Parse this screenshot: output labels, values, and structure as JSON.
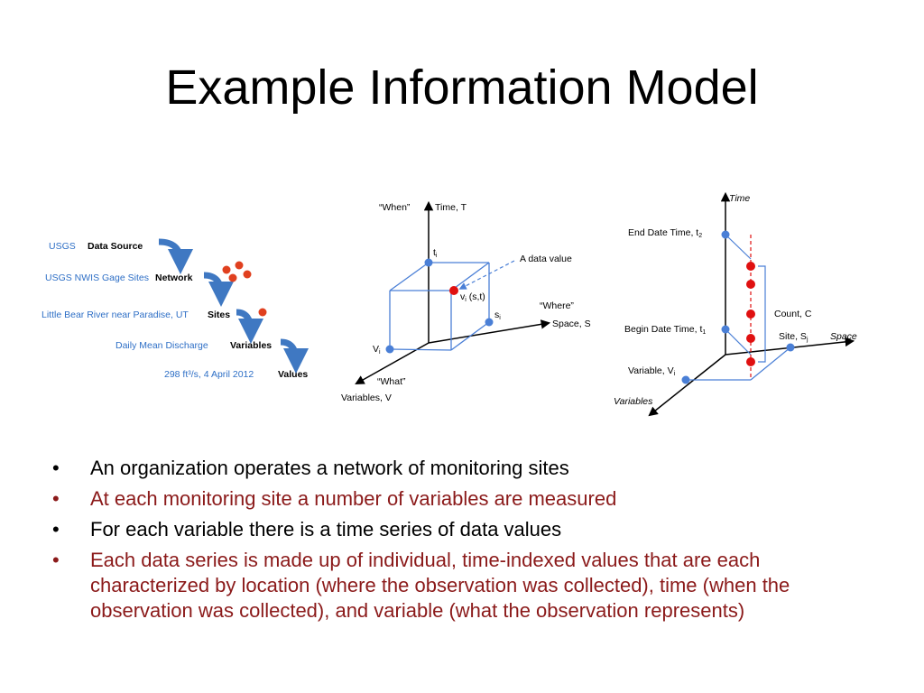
{
  "slide": {
    "title": "Example Information Model",
    "bullets": [
      {
        "text": "An organization operates a network of monitoring sites",
        "color": "#000000"
      },
      {
        "text": "At each monitoring site a number of variables are measured",
        "color": "#8b1a1a"
      },
      {
        "text": "For each variable there is a time series of data values",
        "color": "#000000"
      },
      {
        "text": "Each data series is made up of individual, time-indexed values that are each characterized by location (where the observation was collected), time (when the observation was collected), and variable (what the observation represents)",
        "color": "#8b1a1a"
      }
    ],
    "bullet_glyph": "•"
  },
  "hierarchy": {
    "rows": [
      {
        "example": "USGS",
        "level": "Data Source"
      },
      {
        "example": "USGS NWIS Gage Sites",
        "level": "Network"
      },
      {
        "example": "Little Bear River near Paradise, UT",
        "level": "Sites"
      },
      {
        "example": "Daily Mean Discharge",
        "level": "Variables"
      },
      {
        "example": "298 ft³/s, 4 April 2012",
        "level": "Values"
      }
    ],
    "example_color": "#2e6fc6",
    "arrow_color": "#3f78c2",
    "dot_color": "#e0401f",
    "arrow_icon": "curved-down-arrow-icon"
  },
  "cube": {
    "when_label": "“When”",
    "time_axis": "Time, T",
    "where_label": "“Where”",
    "space_axis": "Space, S",
    "what_label": "“What”",
    "variables_axis": "Variables, V",
    "ti_label": "t",
    "ti_sub": "i",
    "si_label": "s",
    "si_sub": "i",
    "vi_label": "V",
    "vi_sub": "i",
    "value_label_main": "v",
    "value_label_sub": "i",
    "value_label_rest": " (s,t)",
    "callout": "A data value",
    "edge_color": "#4a7fd6",
    "point_color": "#4a7fd6",
    "value_color": "#e01010"
  },
  "series": {
    "time_axis": "Time",
    "space_axis": "Space",
    "variables_axis": "Variables",
    "end_label": "End Date Time, t",
    "end_sub": "2",
    "begin_label": "Begin Date Time, t",
    "begin_sub": "1",
    "count_label": "Count, C",
    "site_label": "Site, S",
    "site_sub": "j",
    "variable_label": "Variable, V",
    "variable_sub": "i",
    "value_count": 5,
    "value_color": "#e01010",
    "point_color": "#4a7fd6"
  }
}
